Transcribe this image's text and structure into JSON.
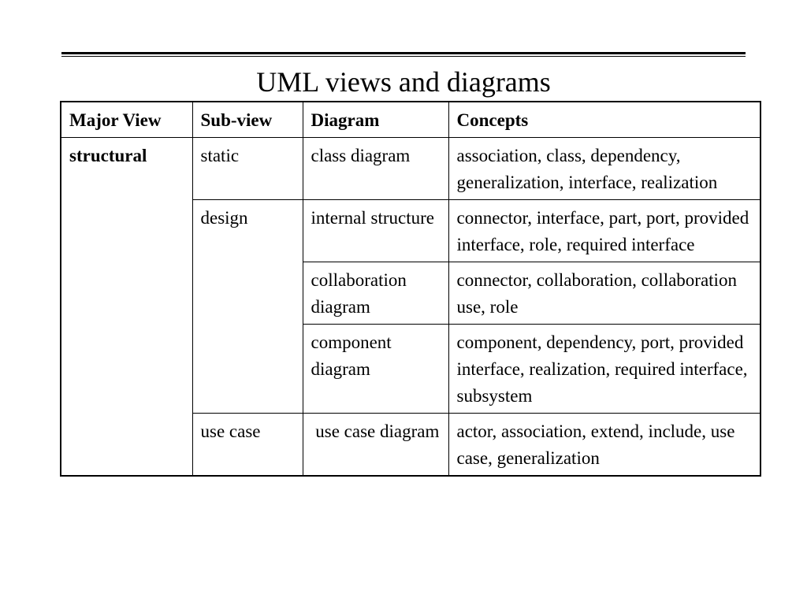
{
  "slide": {
    "title": "UML views and diagrams"
  },
  "table": {
    "headers": [
      "Major View",
      "Sub-view",
      "Diagram",
      "Concepts"
    ],
    "major_view": "structural",
    "groups": [
      {
        "sub_view": "static",
        "rows": [
          {
            "diagram": "class diagram",
            "concepts": "association, class, dependency, generalization, interface, realization"
          }
        ]
      },
      {
        "sub_view": "design",
        "rows": [
          {
            "diagram": "internal structure",
            "concepts": "connector, interface, part, port, provided interface, role, required interface"
          },
          {
            "diagram": "collaboration diagram",
            "concepts": "connector, collaboration, collaboration use, role"
          },
          {
            "diagram": "component diagram",
            "concepts": "component, dependency, port, provided interface, realization, required interface, subsystem"
          }
        ]
      },
      {
        "sub_view": "use case",
        "rows": [
          {
            "diagram": " use case diagram",
            "concepts": "actor, association, extend, include, use case, generalization"
          }
        ]
      }
    ]
  }
}
